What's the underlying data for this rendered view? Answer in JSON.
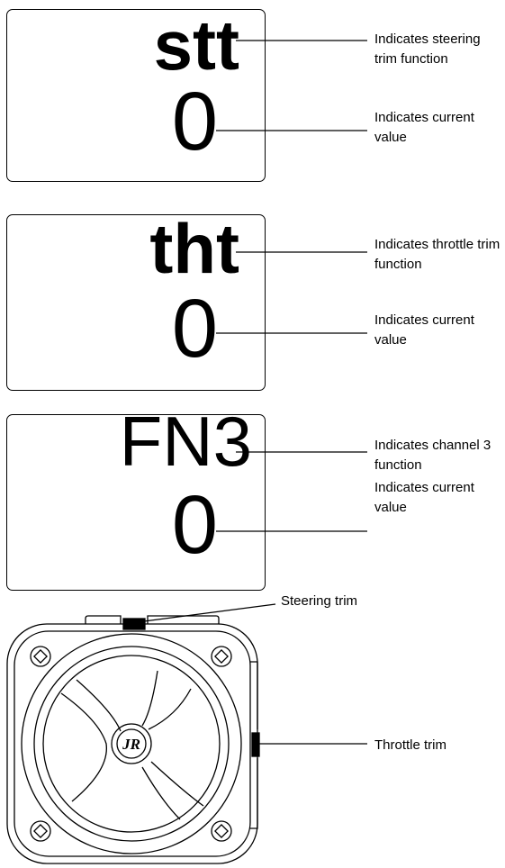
{
  "panels": [
    {
      "function_code": "stt",
      "value": "0",
      "function_callout": "Indicates steering trim function",
      "value_callout": "Indicates current value"
    },
    {
      "function_code": "tht",
      "value": "0",
      "function_callout": "Indicates throttle trim function",
      "value_callout": "Indicates current value"
    },
    {
      "function_code": "FN3",
      "value": "0",
      "function_callout": "Indicates channel 3 function",
      "value_callout": "Indicates current value"
    }
  ],
  "device": {
    "logo_text": "JR",
    "steering_trim_label": "Steering trim",
    "throttle_trim_label": "Throttle trim"
  }
}
